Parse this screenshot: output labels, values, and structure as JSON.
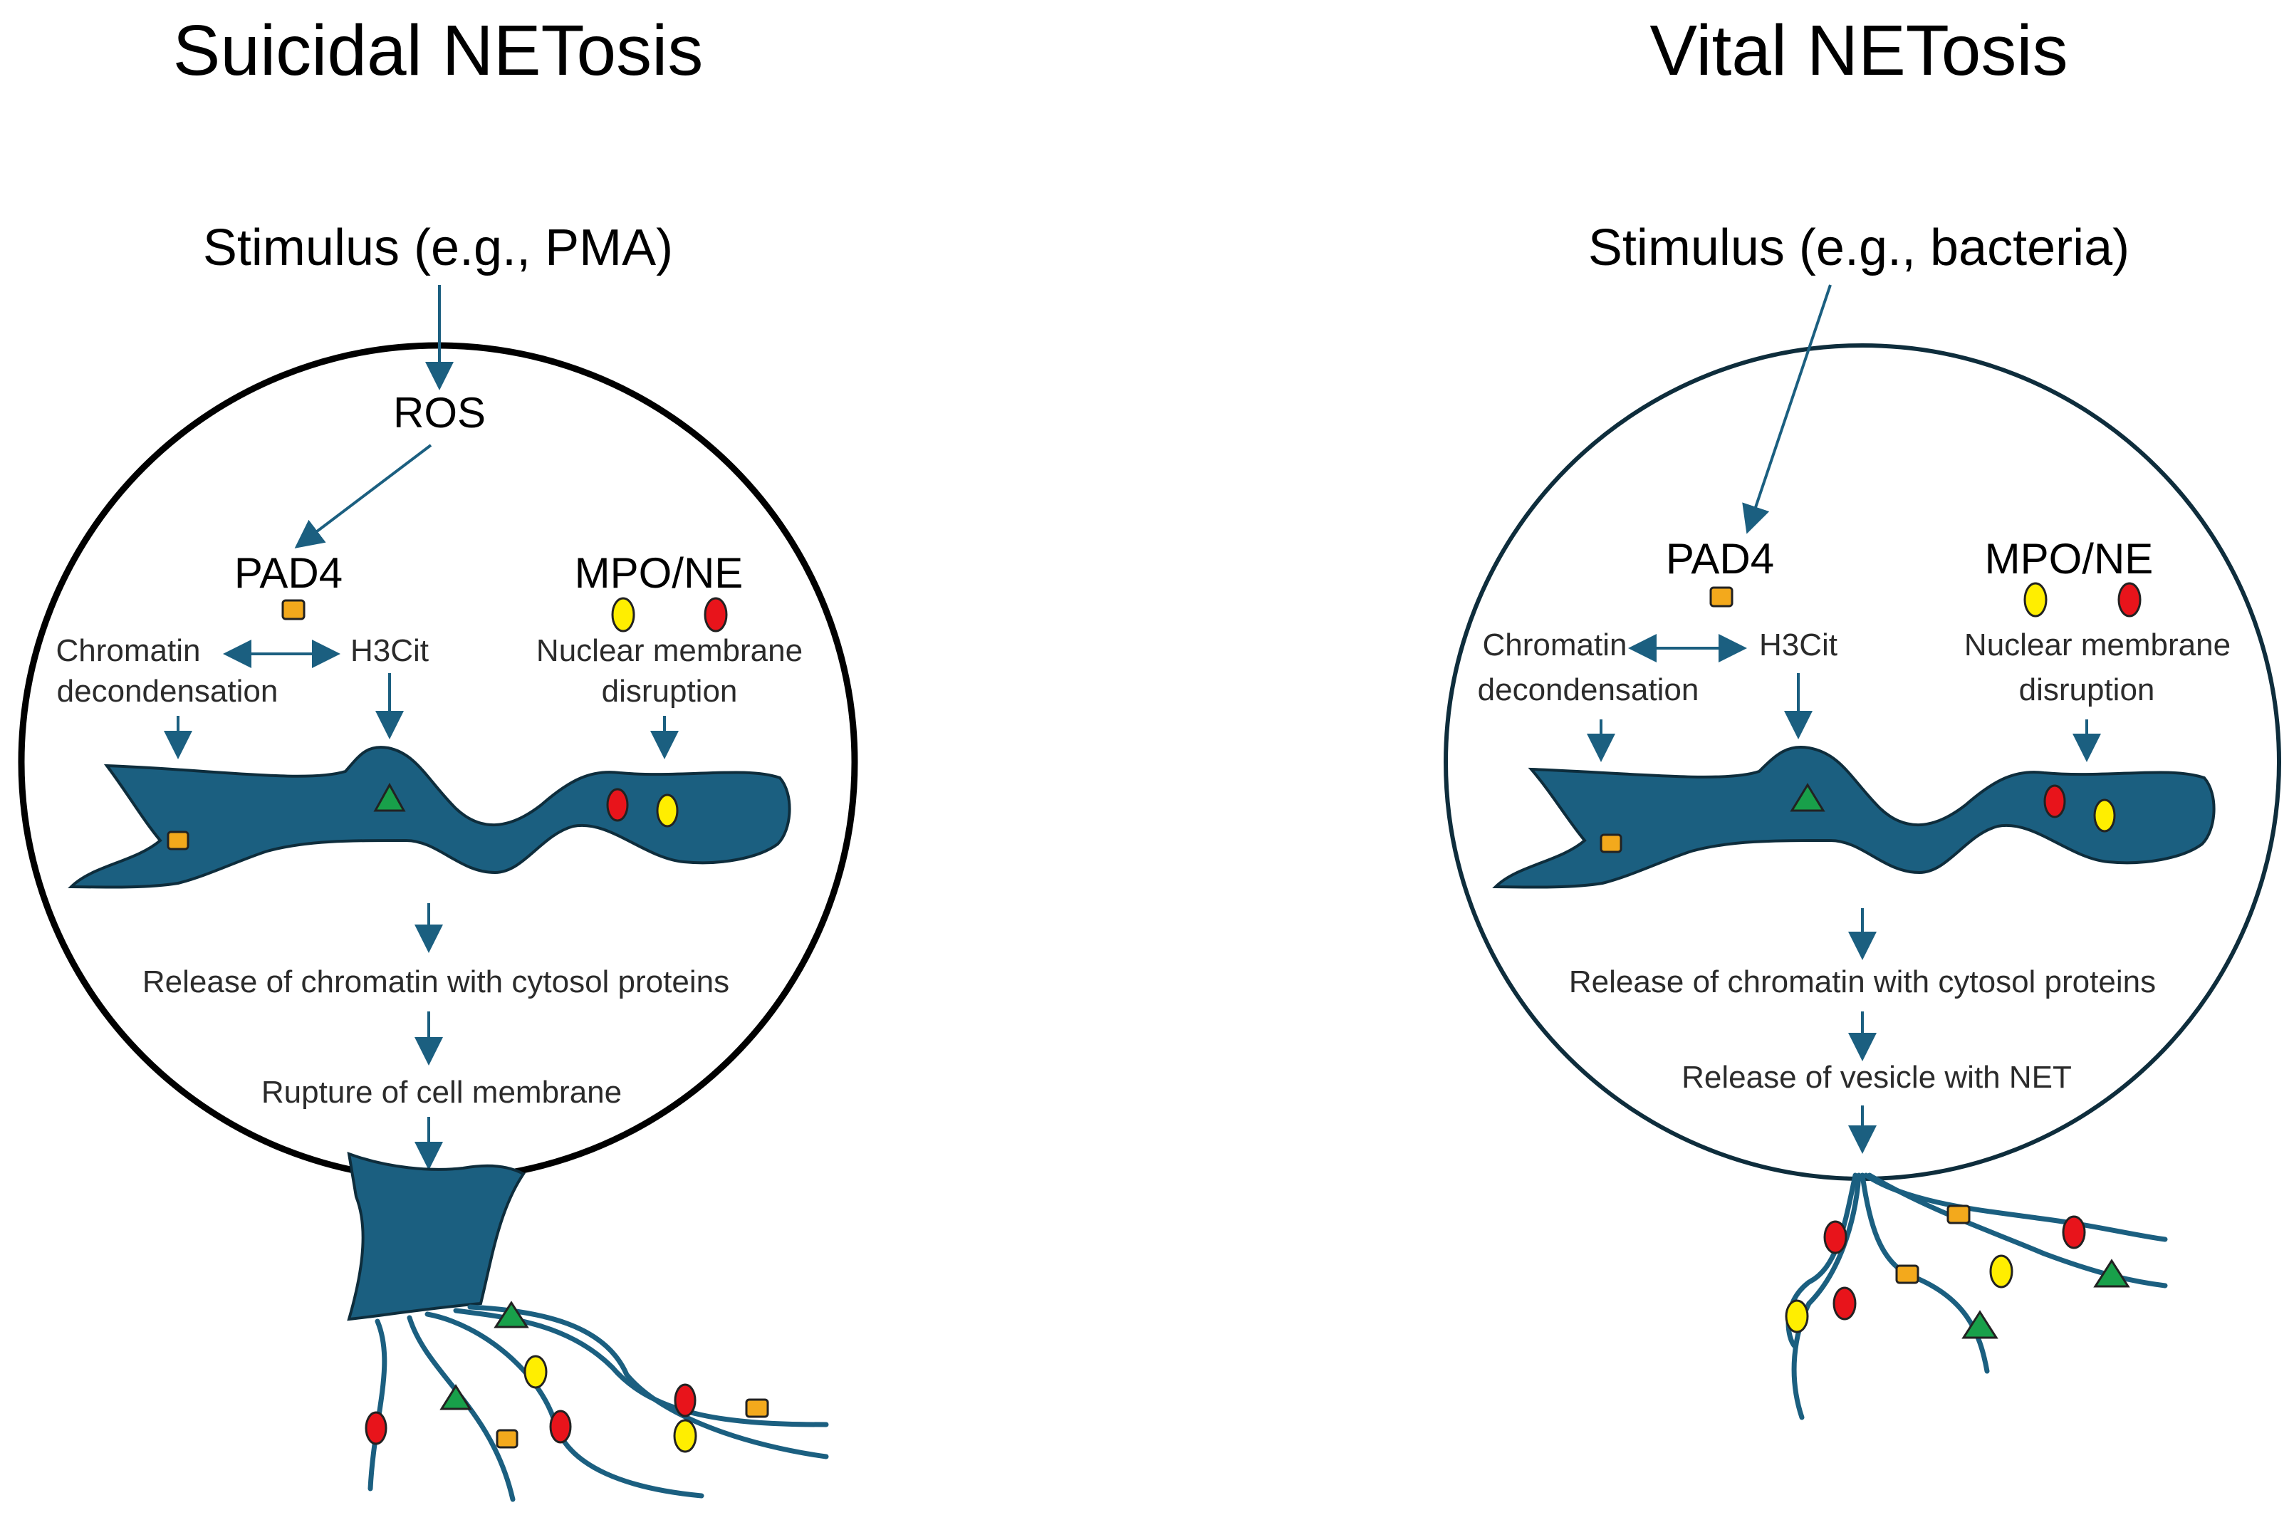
{
  "colors": {
    "nucleus": "#1b5f80",
    "arrow": "#1b5f80",
    "pad4": "#f3a91c",
    "mpo": "#ffee00",
    "ne": "#e8141b",
    "h3cit": "#18a04a",
    "outline": "#000000"
  },
  "suicidal": {
    "title": "Suicidal NETosis",
    "stimulus": "Stimulus (e.g., PMA)",
    "ros": "ROS",
    "pad4": "PAD4",
    "mpo_ne": "MPO/NE",
    "chromatin_line1": "Chromatin",
    "chromatin_line2": "decondensation",
    "h3cit": "H3Cit",
    "nuclear_line1": "Nuclear membrane",
    "nuclear_line2": "disruption",
    "release": "Release of chromatin with cytosol proteins",
    "rupture": "Rupture of cell membrane"
  },
  "vital": {
    "title": "Vital NETosis",
    "stimulus": "Stimulus (e.g., bacteria)",
    "pad4": "PAD4",
    "mpo_ne": "MPO/NE",
    "chromatin_line1": "Chromatin",
    "chromatin_line2": "decondensation",
    "h3cit": "H3Cit",
    "nuclear_line1": "Nuclear membrane",
    "nuclear_line2": "disruption",
    "release": "Release of chromatin with cytosol proteins",
    "vesicle": "Release of vesicle with NET"
  }
}
